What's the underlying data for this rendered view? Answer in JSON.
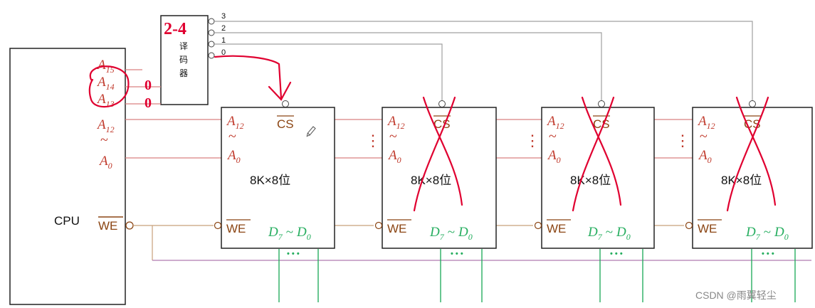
{
  "cpu": {
    "label": "CPU",
    "pins": {
      "a15": "A",
      "a15_sub": "15",
      "a14": "A",
      "a14_sub": "14",
      "a13": "A",
      "a13_sub": "13",
      "a12": "A",
      "a12_sub": "12",
      "tilde": "~",
      "a0": "A",
      "a0_sub": "0",
      "we": "WE"
    }
  },
  "decoder": {
    "label_chars": [
      "译",
      "码",
      "器"
    ],
    "outputs": [
      "3",
      "2",
      "1",
      "0"
    ],
    "annotation": "2-4"
  },
  "inputs_note": [
    "0",
    "0"
  ],
  "chips": [
    {
      "a12": "A",
      "a12_sub": "12",
      "tilde": "~",
      "a0": "A",
      "a0_sub": "0",
      "cs": "CS",
      "size": "8K×8位",
      "we": "WE",
      "data": "D",
      "data_hi": "7",
      "data_sep": "~",
      "data_lo": "D",
      "data_lo_sub": "0",
      "crossed": false
    },
    {
      "a12": "A",
      "a12_sub": "12",
      "tilde": "~",
      "a0": "A",
      "a0_sub": "0",
      "cs": "CS",
      "size": "8K×8位",
      "we": "WE",
      "data": "D",
      "data_hi": "7",
      "data_sep": "~",
      "data_lo": "D",
      "data_lo_sub": "0",
      "crossed": true
    },
    {
      "a12": "A",
      "a12_sub": "12",
      "tilde": "~",
      "a0": "A",
      "a0_sub": "0",
      "cs": "CS",
      "size": "8K×8位",
      "we": "WE",
      "data": "D",
      "data_hi": "7",
      "data_sep": "~",
      "data_lo": "D",
      "data_lo_sub": "0",
      "crossed": true
    },
    {
      "a12": "A",
      "a12_sub": "12",
      "tilde": "~",
      "a0": "A",
      "a0_sub": "0",
      "cs": "CS",
      "size": "8K×8位",
      "we": "WE",
      "data": "D",
      "data_hi": "7",
      "data_sep": "~",
      "data_lo": "D",
      "data_lo_sub": "0",
      "crossed": true
    }
  ],
  "bus_ellipsis": "⋮",
  "data_ellipsis": "• • •",
  "watermark": "CSDN @雨翼轻尘",
  "colors": {
    "address": "#c0392b",
    "control": "#8b4513",
    "data": "#27ae60",
    "ink": "#e00030",
    "wire_red": "#d98080",
    "wire_brown": "#c8a07a",
    "wire_purple": "#b07ab0",
    "wire_gray": "#a0a0a0"
  }
}
